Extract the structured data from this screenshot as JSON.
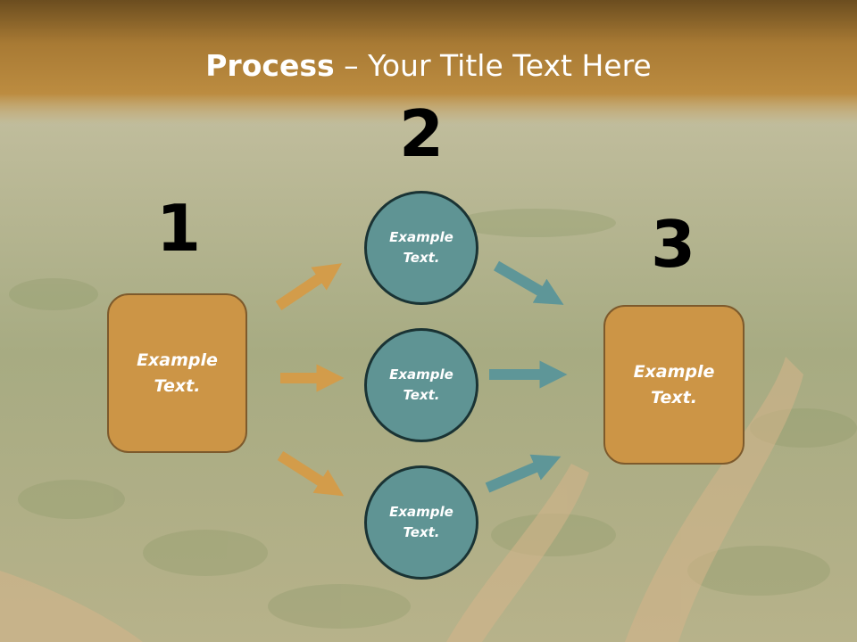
{
  "title": {
    "bold": "Process",
    "rest": " – Your Title Text Here"
  },
  "steps": [
    {
      "number": "1",
      "label": "Example\nText."
    },
    {
      "number": "2"
    },
    {
      "number": "3",
      "label": "Example\nText."
    }
  ],
  "circles": [
    {
      "label": "Example\nText."
    },
    {
      "label": "Example\nText."
    },
    {
      "label": "Example\nText."
    }
  ],
  "colors": {
    "header": "#b8873c",
    "box_fill": "#cc9546",
    "circle_fill": "#5f9494",
    "arrow_orange": "#d39c4a",
    "arrow_teal": "#5e9698"
  }
}
